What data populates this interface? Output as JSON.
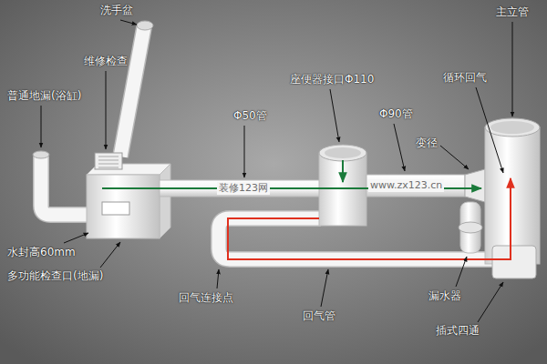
{
  "diagram": {
    "labels": [
      "洗手盆",
      "维修检查",
      "普通地漏(浴缸)",
      "Φ50管",
      "座便器接口Φ110",
      "Φ90管",
      "变径",
      "主立管",
      "循环回气",
      "水封高60mm",
      "多功能检查口(地漏)",
      "回气连接点",
      "回气管",
      "漏水器",
      "插式四通",
      "装修123网",
      "www.zx123.cn"
    ]
  }
}
